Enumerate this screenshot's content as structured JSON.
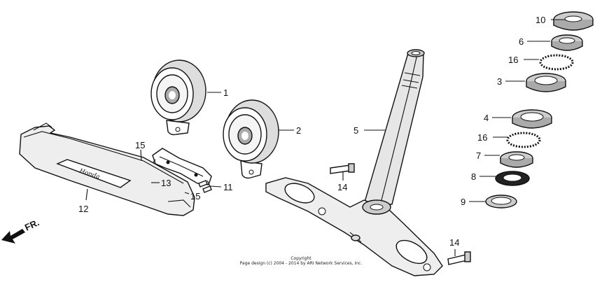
{
  "callouts": {
    "c1": "1",
    "c2": "2",
    "c3": "3",
    "c4": "4",
    "c5": "5",
    "c6": "6",
    "c7": "7",
    "c8": "8",
    "c9": "9",
    "c10": "10",
    "c11": "11",
    "c12": "12",
    "c13": "13",
    "c14a": "14",
    "c14b": "14",
    "c15a": "15",
    "c15b": "15",
    "c16a": "16",
    "c16b": "16"
  },
  "direction_label": "FR.",
  "emblem_text": "Honda",
  "copyright": {
    "line1": "Copyright",
    "line2": "Page design (c) 2004 - 2014 by ARI Network Services, Inc."
  }
}
